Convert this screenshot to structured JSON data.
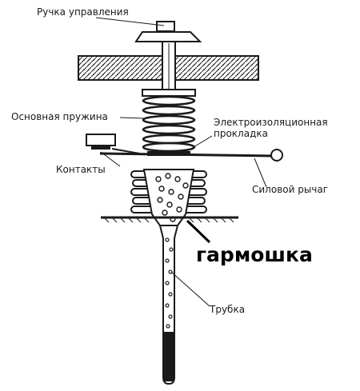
{
  "labels": {
    "control_knob": "Ручка управления",
    "main_spring": "Основная пружина",
    "insulating_gasket_line1": "Электроизоляционная",
    "insulating_gasket_line2": "прокладка",
    "contacts": "Контакты",
    "power_lever": "Силовой рычаг",
    "bellows": "гармошка",
    "tube": "Трубка"
  },
  "colors": {
    "ink": "#1a1a1a",
    "paper": "#ffffff"
  }
}
